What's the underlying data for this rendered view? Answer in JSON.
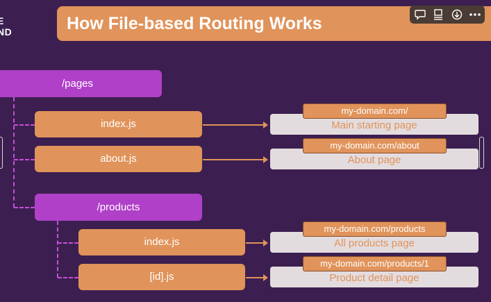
{
  "logo": {
    "line1": "E",
    "line2": "ND"
  },
  "title": "How File-based Routing Works",
  "toolbar": {
    "comment_icon": "comment-icon",
    "screen_icon": "screen-icon",
    "download_icon": "download-icon",
    "more_icon": "more-icon"
  },
  "tree": {
    "pages": "/pages",
    "index": "index.js",
    "about": "about.js",
    "products": "/products",
    "products_index": "index.js",
    "products_id": "[id].js"
  },
  "routes": [
    {
      "url": "my-domain.com/",
      "desc": "Main starting page"
    },
    {
      "url": "my-domain.com/about",
      "desc": "About page"
    },
    {
      "url": "my-domain.com/products",
      "desc": "All products page"
    },
    {
      "url": "my-domain.com/products/1",
      "desc": "Product detail page"
    }
  ],
  "colors": {
    "background": "#3c1f50",
    "orange": "#e0935a",
    "purple": "#b040c8",
    "light": "#e3dcdf"
  }
}
